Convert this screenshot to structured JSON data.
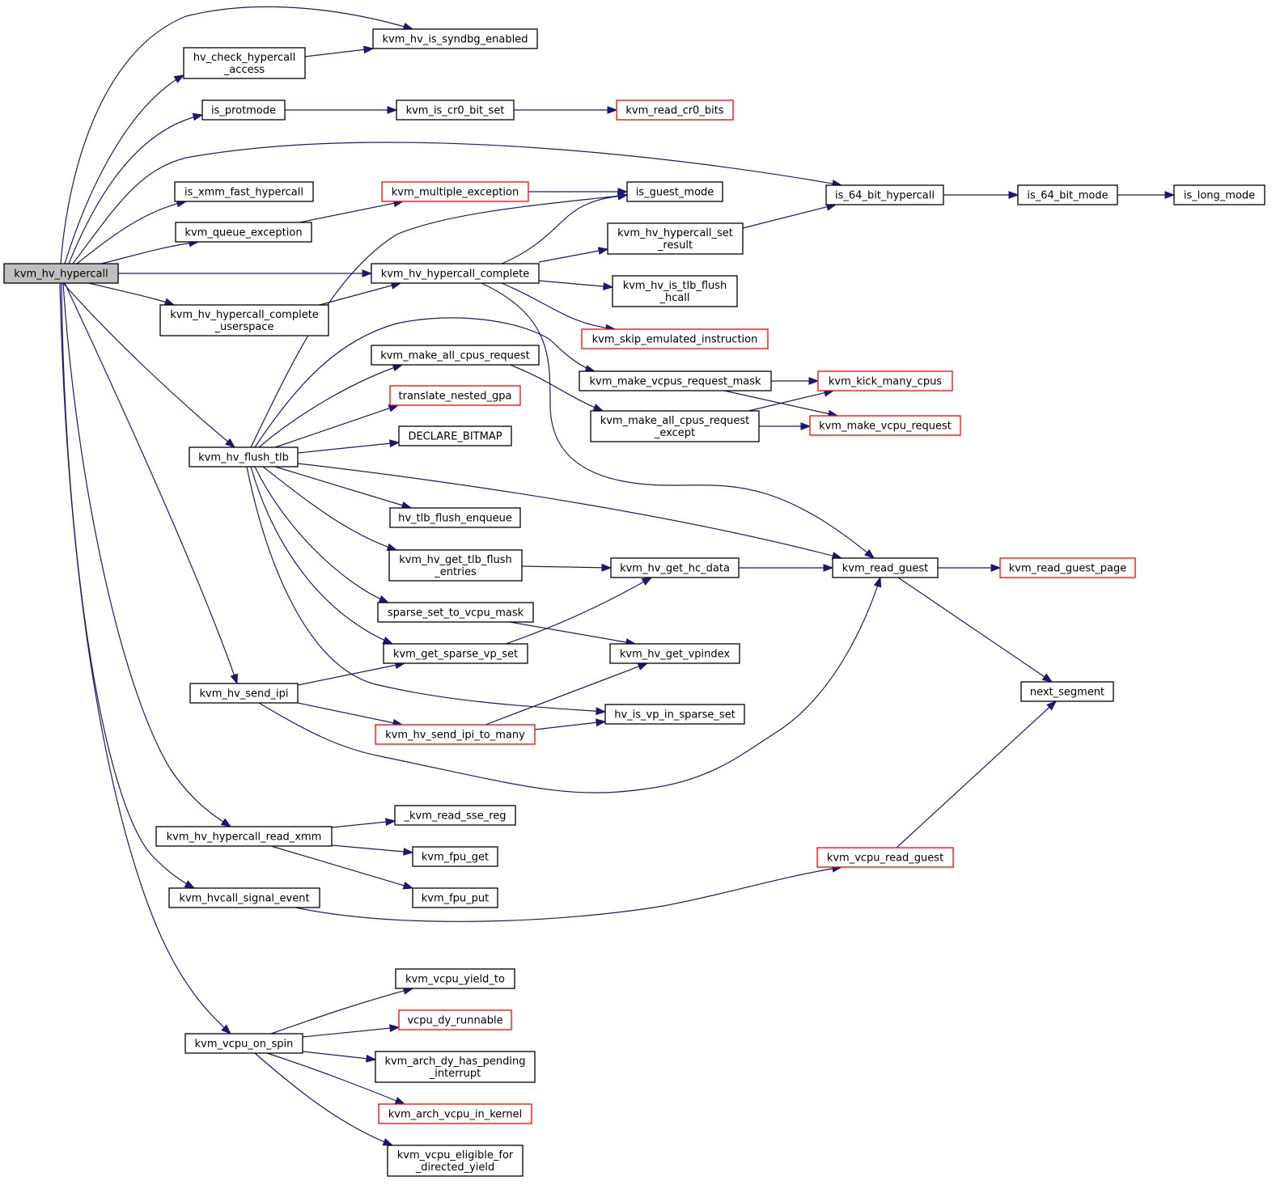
{
  "diagram": {
    "nodes": [
      {
        "id": "n0",
        "lines": [
          "kvm_hv_hypercall"
        ],
        "style": "root"
      },
      {
        "id": "n1",
        "lines": [
          "hv_check_hypercall",
          "_access"
        ],
        "style": "black"
      },
      {
        "id": "n2",
        "lines": [
          "kvm_hv_is_syndbg_enabled"
        ],
        "style": "black"
      },
      {
        "id": "n3",
        "lines": [
          "is_protmode"
        ],
        "style": "black"
      },
      {
        "id": "n4",
        "lines": [
          "kvm_is_cr0_bit_set"
        ],
        "style": "black"
      },
      {
        "id": "n5",
        "lines": [
          "kvm_read_cr0_bits"
        ],
        "style": "red"
      },
      {
        "id": "n6",
        "lines": [
          "is_xmm_fast_hypercall"
        ],
        "style": "black"
      },
      {
        "id": "n7",
        "lines": [
          "kvm_queue_exception"
        ],
        "style": "black"
      },
      {
        "id": "n8",
        "lines": [
          "kvm_multiple_exception"
        ],
        "style": "red"
      },
      {
        "id": "n9",
        "lines": [
          "is_guest_mode"
        ],
        "style": "black"
      },
      {
        "id": "n10",
        "lines": [
          "is_64_bit_hypercall"
        ],
        "style": "black"
      },
      {
        "id": "n11",
        "lines": [
          "is_64_bit_mode"
        ],
        "style": "black"
      },
      {
        "id": "n12",
        "lines": [
          "is_long_mode"
        ],
        "style": "black"
      },
      {
        "id": "n13",
        "lines": [
          "kvm_hv_hypercall_complete"
        ],
        "style": "black"
      },
      {
        "id": "n14",
        "lines": [
          "kvm_hv_hypercall_set",
          "_result"
        ],
        "style": "black"
      },
      {
        "id": "n15",
        "lines": [
          "kvm_hv_is_tlb_flush",
          "_hcall"
        ],
        "style": "black"
      },
      {
        "id": "n16",
        "lines": [
          "kvm_skip_emulated_instruction"
        ],
        "style": "red"
      },
      {
        "id": "n17",
        "lines": [
          "kvm_hv_hypercall_complete",
          "_userspace"
        ],
        "style": "black"
      },
      {
        "id": "n18",
        "lines": [
          "kvm_make_all_cpus_request"
        ],
        "style": "black"
      },
      {
        "id": "n19",
        "lines": [
          "kvm_make_vcpus_request_mask"
        ],
        "style": "black"
      },
      {
        "id": "n20",
        "lines": [
          "kvm_kick_many_cpus"
        ],
        "style": "red"
      },
      {
        "id": "n21",
        "lines": [
          "kvm_make_all_cpus_request",
          "_except"
        ],
        "style": "black"
      },
      {
        "id": "n22",
        "lines": [
          "kvm_make_vcpu_request"
        ],
        "style": "red"
      },
      {
        "id": "n23",
        "lines": [
          "translate_nested_gpa"
        ],
        "style": "red"
      },
      {
        "id": "n24",
        "lines": [
          "DECLARE_BITMAP"
        ],
        "style": "black"
      },
      {
        "id": "n25",
        "lines": [
          "kvm_hv_flush_tlb"
        ],
        "style": "black"
      },
      {
        "id": "n26",
        "lines": [
          "hv_tlb_flush_enqueue"
        ],
        "style": "black"
      },
      {
        "id": "n27",
        "lines": [
          "kvm_hv_get_tlb_flush",
          "_entries"
        ],
        "style": "black"
      },
      {
        "id": "n28",
        "lines": [
          "kvm_hv_get_hc_data"
        ],
        "style": "black"
      },
      {
        "id": "n29",
        "lines": [
          "kvm_read_guest"
        ],
        "style": "black"
      },
      {
        "id": "n30",
        "lines": [
          "kvm_read_guest_page"
        ],
        "style": "red"
      },
      {
        "id": "n31",
        "lines": [
          "sparse_set_to_vcpu_mask"
        ],
        "style": "black"
      },
      {
        "id": "n32",
        "lines": [
          "kvm_get_sparse_vp_set"
        ],
        "style": "black"
      },
      {
        "id": "n33",
        "lines": [
          "kvm_hv_get_vpindex"
        ],
        "style": "black"
      },
      {
        "id": "n34",
        "lines": [
          "next_segment"
        ],
        "style": "black"
      },
      {
        "id": "n35",
        "lines": [
          "kvm_hv_send_ipi"
        ],
        "style": "black"
      },
      {
        "id": "n36",
        "lines": [
          "hv_is_vp_in_sparse_set"
        ],
        "style": "black"
      },
      {
        "id": "n37",
        "lines": [
          "kvm_hv_send_ipi_to_many"
        ],
        "style": "red"
      },
      {
        "id": "n38",
        "lines": [
          "_kvm_read_sse_reg"
        ],
        "style": "black"
      },
      {
        "id": "n39",
        "lines": [
          "kvm_hv_hypercall_read_xmm"
        ],
        "style": "black"
      },
      {
        "id": "n40",
        "lines": [
          "kvm_fpu_get"
        ],
        "style": "black"
      },
      {
        "id": "n41",
        "lines": [
          "kvm_vcpu_read_guest"
        ],
        "style": "red"
      },
      {
        "id": "n42",
        "lines": [
          "kvm_hvcall_signal_event"
        ],
        "style": "black"
      },
      {
        "id": "n43",
        "lines": [
          "kvm_fpu_put"
        ],
        "style": "black"
      },
      {
        "id": "n44",
        "lines": [
          "kvm_vcpu_yield_to"
        ],
        "style": "black"
      },
      {
        "id": "n45",
        "lines": [
          "vcpu_dy_runnable"
        ],
        "style": "red"
      },
      {
        "id": "n46",
        "lines": [
          "kvm_vcpu_on_spin"
        ],
        "style": "black"
      },
      {
        "id": "n47",
        "lines": [
          "kvm_arch_dy_has_pending",
          "_interrupt"
        ],
        "style": "black"
      },
      {
        "id": "n48",
        "lines": [
          "kvm_arch_vcpu_in_kernel"
        ],
        "style": "red"
      },
      {
        "id": "n49",
        "lines": [
          "kvm_vcpu_eligible_for",
          "_directed_yield"
        ],
        "style": "black"
      }
    ],
    "edges": [
      {
        "from": "n0",
        "to": "n2"
      },
      {
        "from": "n0",
        "to": "n1"
      },
      {
        "from": "n1",
        "to": "n2"
      },
      {
        "from": "n0",
        "to": "n3"
      },
      {
        "from": "n3",
        "to": "n4"
      },
      {
        "from": "n4",
        "to": "n5"
      },
      {
        "from": "n0",
        "to": "n10"
      },
      {
        "from": "n10",
        "to": "n11"
      },
      {
        "from": "n11",
        "to": "n12"
      },
      {
        "from": "n0",
        "to": "n6"
      },
      {
        "from": "n0",
        "to": "n7"
      },
      {
        "from": "n7",
        "to": "n8"
      },
      {
        "from": "n8",
        "to": "n9"
      },
      {
        "from": "n0",
        "to": "n13"
      },
      {
        "from": "n13",
        "to": "n9"
      },
      {
        "from": "n13",
        "to": "n14"
      },
      {
        "from": "n14",
        "to": "n10"
      },
      {
        "from": "n13",
        "to": "n15"
      },
      {
        "from": "n13",
        "to": "n16"
      },
      {
        "from": "n13",
        "to": "n29"
      },
      {
        "from": "n0",
        "to": "n17"
      },
      {
        "from": "n17",
        "to": "n13"
      },
      {
        "from": "n0",
        "to": "n25"
      },
      {
        "from": "n25",
        "to": "n9"
      },
      {
        "from": "n25",
        "to": "n19"
      },
      {
        "from": "n25",
        "to": "n18"
      },
      {
        "from": "n18",
        "to": "n21"
      },
      {
        "from": "n19",
        "to": "n20"
      },
      {
        "from": "n19",
        "to": "n22"
      },
      {
        "from": "n21",
        "to": "n20"
      },
      {
        "from": "n21",
        "to": "n22"
      },
      {
        "from": "n25",
        "to": "n23"
      },
      {
        "from": "n25",
        "to": "n24"
      },
      {
        "from": "n25",
        "to": "n29"
      },
      {
        "from": "n25",
        "to": "n26"
      },
      {
        "from": "n25",
        "to": "n27"
      },
      {
        "from": "n27",
        "to": "n28"
      },
      {
        "from": "n28",
        "to": "n29"
      },
      {
        "from": "n29",
        "to": "n30"
      },
      {
        "from": "n29",
        "to": "n34"
      },
      {
        "from": "n25",
        "to": "n31"
      },
      {
        "from": "n31",
        "to": "n33"
      },
      {
        "from": "n25",
        "to": "n32"
      },
      {
        "from": "n32",
        "to": "n28"
      },
      {
        "from": "n25",
        "to": "n36"
      },
      {
        "from": "n0",
        "to": "n35"
      },
      {
        "from": "n35",
        "to": "n32"
      },
      {
        "from": "n35",
        "to": "n37"
      },
      {
        "from": "n37",
        "to": "n33"
      },
      {
        "from": "n37",
        "to": "n36"
      },
      {
        "from": "n35",
        "to": "n29"
      },
      {
        "from": "n0",
        "to": "n39"
      },
      {
        "from": "n39",
        "to": "n38"
      },
      {
        "from": "n39",
        "to": "n40"
      },
      {
        "from": "n39",
        "to": "n43"
      },
      {
        "from": "n0",
        "to": "n42"
      },
      {
        "from": "n42",
        "to": "n41"
      },
      {
        "from": "n41",
        "to": "n34"
      },
      {
        "from": "n0",
        "to": "n46"
      },
      {
        "from": "n46",
        "to": "n44"
      },
      {
        "from": "n46",
        "to": "n45"
      },
      {
        "from": "n46",
        "to": "n47"
      },
      {
        "from": "n46",
        "to": "n48"
      },
      {
        "from": "n46",
        "to": "n49"
      }
    ]
  },
  "colors": {
    "edge": "#191970",
    "node_border": "#000000",
    "node_border_red": "#ff0000",
    "root_fill": "#bfbfbf",
    "node_fill": "#ffffff"
  }
}
